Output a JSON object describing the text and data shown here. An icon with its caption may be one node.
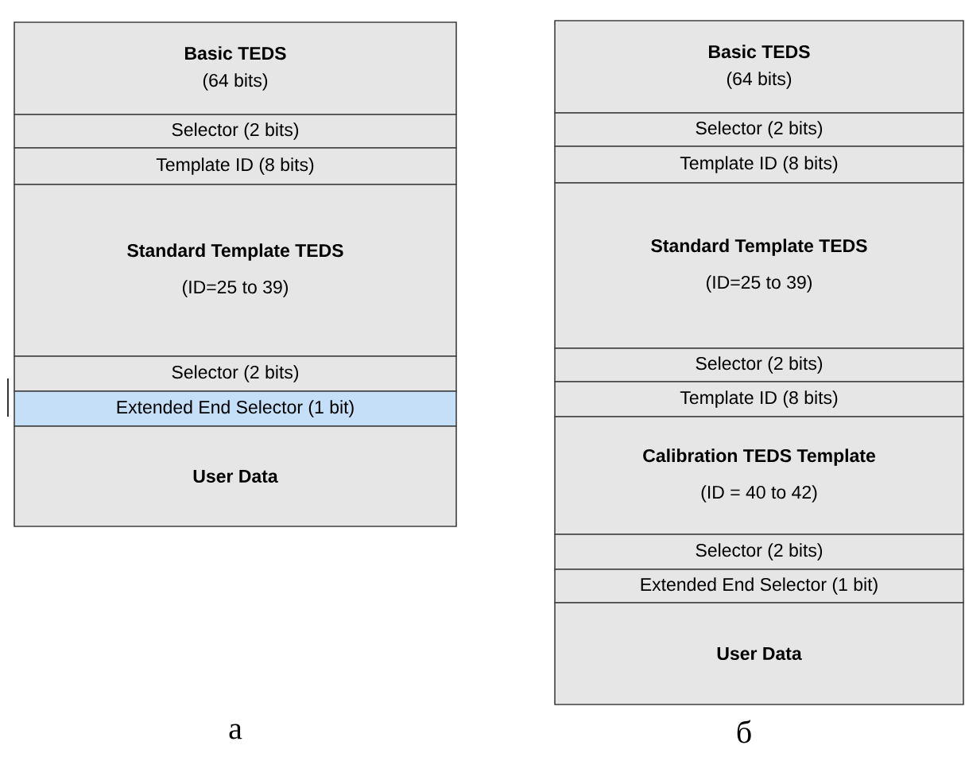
{
  "diagram": {
    "nodes": [
      {
        "text": [
          "Basic TEDS",
          "(64 bits)"
        ]
      },
      {
        "text": [
          "Selector (2 bits)"
        ]
      },
      {
        "text": [
          "Template ID (8 bits)"
        ]
      },
      {
        "text": [
          "Standard Template TEDS",
          "(ID=25 to 39)"
        ]
      },
      {
        "text": [
          "Selector (2 bits)"
        ]
      },
      {
        "text": [
          "Extended End Selector (1 bit)"
        ]
      },
      {
        "text": [
          "User Data"
        ]
      },
      {
        "text": [
          "Basic TEDS",
          "(64 bits)"
        ]
      },
      {
        "text": [
          "Selector (2 bits)"
        ]
      },
      {
        "text": [
          "Template ID (8 bits)"
        ]
      },
      {
        "text": [
          "Standard Template TEDS",
          "(ID=25 to 39)"
        ]
      },
      {
        "text": [
          "Selector (2 bits)"
        ]
      },
      {
        "text": [
          "Template ID (8 bits)"
        ]
      },
      {
        "text": [
          "Calibration TEDS Template",
          "(ID = 40 to 42)"
        ]
      },
      {
        "text": [
          "Selector (2 bits)"
        ]
      },
      {
        "text": [
          "Extended End Selector (1 bit)"
        ]
      },
      {
        "text": [
          "User Data"
        ]
      }
    ],
    "labels": [
      "а",
      "б"
    ]
  }
}
